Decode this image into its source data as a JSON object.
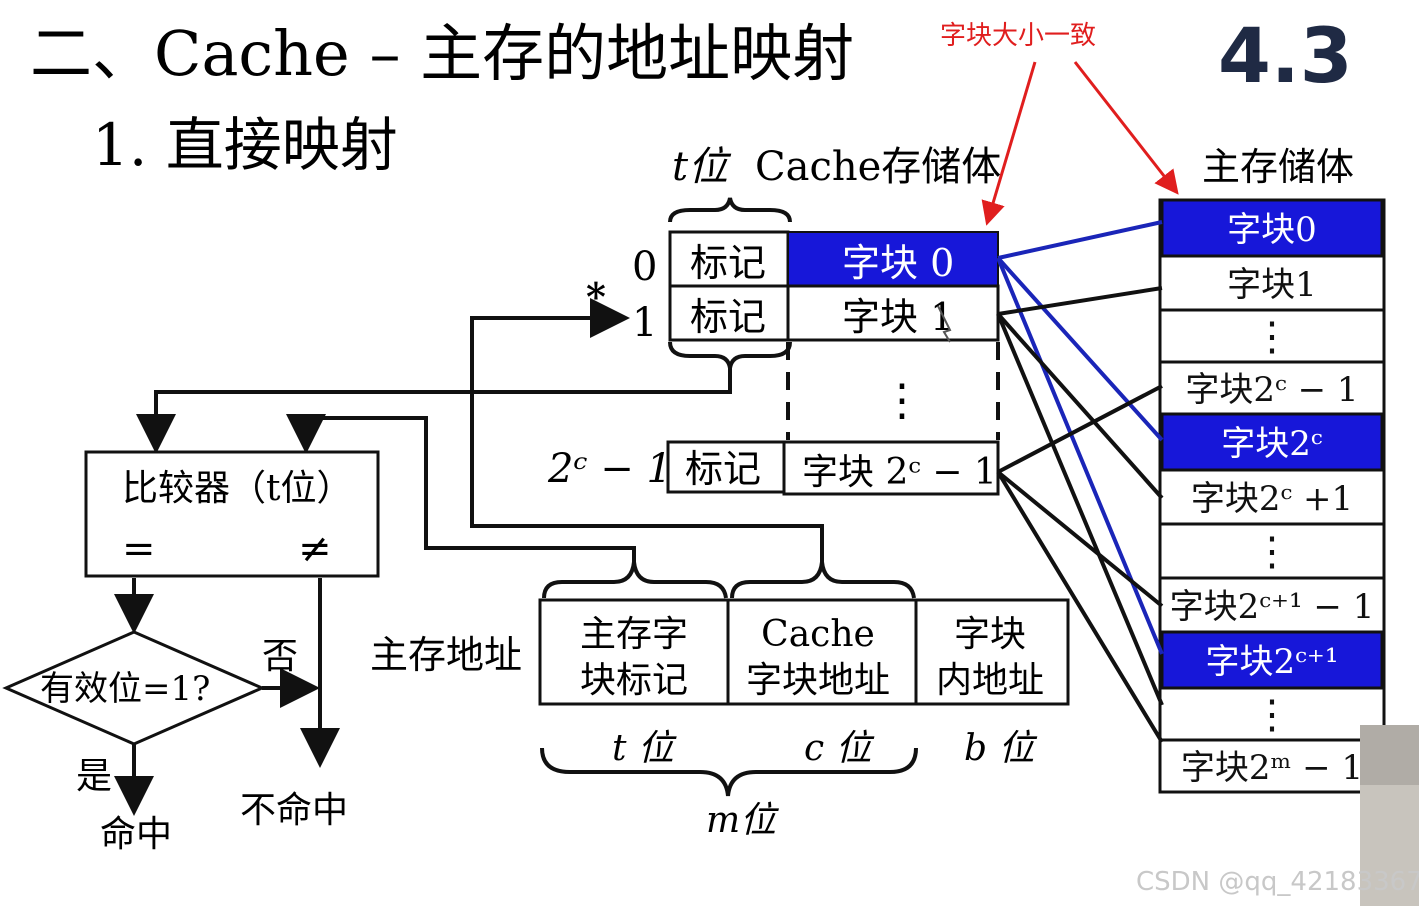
{
  "title": "二、Cache – 主存的地址映射",
  "subtitle": "1.  直接映射",
  "section_number": "4.3",
  "annotation": "字块大小一致",
  "cache": {
    "header_tag": "t位",
    "header_name": "Cache存储体",
    "rows": [
      {
        "index": "0",
        "tag": "标记",
        "block": "字块 0"
      },
      {
        "index": "1",
        "tag": "标记",
        "block": "字块 1"
      },
      {
        "index": "2ᶜ − 1",
        "tag": "标记",
        "block": "字块 2ᶜ − 1"
      }
    ],
    "star": "*",
    "ellipsis": "⋮"
  },
  "main_memory": {
    "header": "主存储体",
    "blocks": [
      "字块0",
      "字块1",
      "⋮",
      "字块2ᶜ − 1",
      "字块2ᶜ",
      "字块2ᶜ +1",
      "⋮",
      "字块2ᶜ⁺¹ − 1",
      "字块2ᶜ⁺¹",
      "⋮",
      "字块2ᵐ − 1"
    ]
  },
  "address": {
    "label": "主存地址",
    "fields": [
      {
        "line1": "主存字",
        "line2": "块标记"
      },
      {
        "line1": "Cache",
        "line2": "字块地址"
      },
      {
        "line1": "字块",
        "line2": "内地址"
      }
    ],
    "bits_t": "t 位",
    "bits_c": "c 位",
    "bits_b": "b 位",
    "bits_m": "m位"
  },
  "flow": {
    "comparator": "比较器（t位）",
    "eq": "=",
    "neq": "≠",
    "decision": "有效位=1?",
    "no": "否",
    "yes": "是",
    "hit": "命中",
    "miss": "不命中"
  },
  "watermark": "CSDN @qq_42183367",
  "colors": {
    "highlight": "#1717d9",
    "blue_line": "#1a25b8",
    "annotation": "#e01e1e"
  }
}
